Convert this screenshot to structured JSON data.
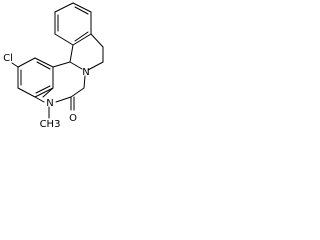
{
  "molecule": {
    "atoms": {
      "chlorine": "Cl",
      "nitrogen_amide": "N",
      "nitrogen_amine": "N",
      "oxygen": "O",
      "methyl": "CH3"
    },
    "colors": {
      "bond": "#000000",
      "label": "#000000",
      "background": "#ffffff"
    }
  }
}
